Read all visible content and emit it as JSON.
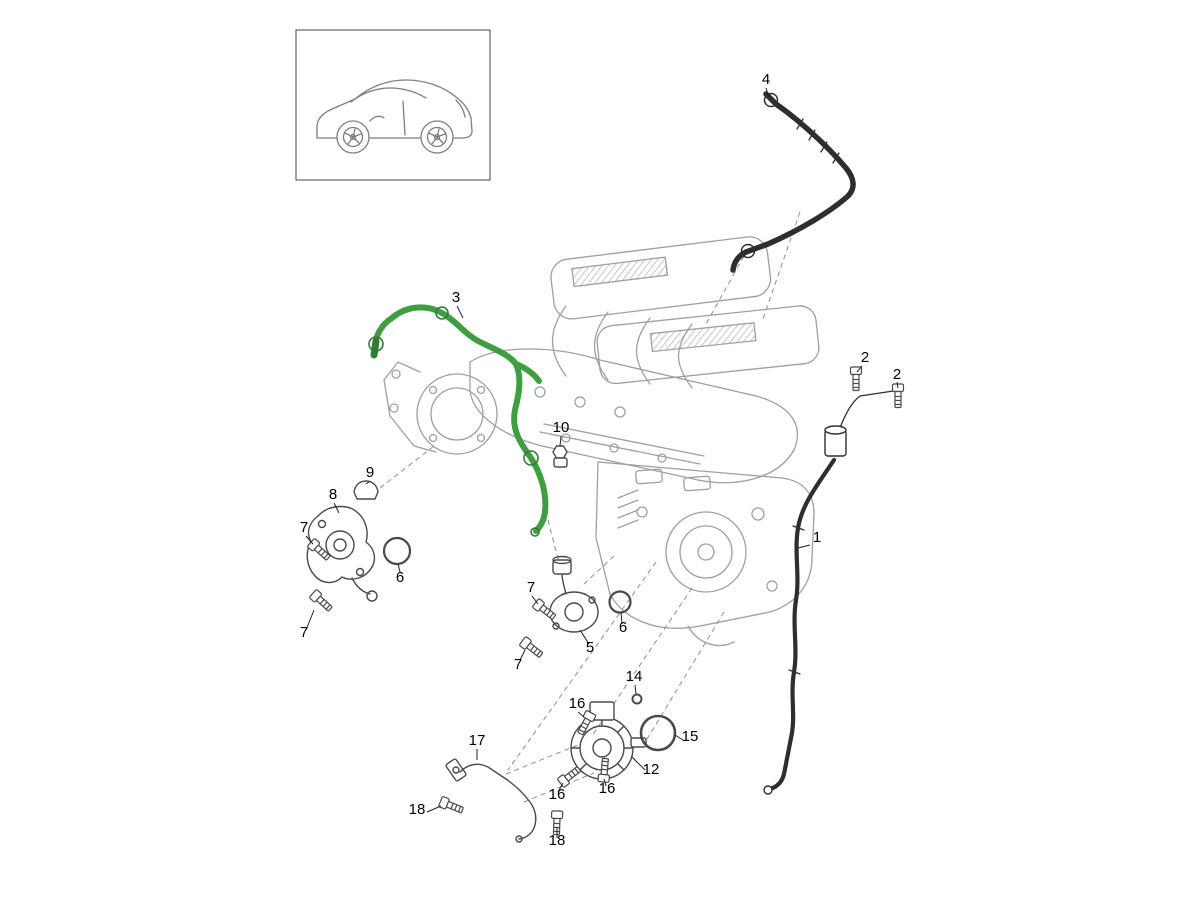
{
  "colors": {
    "background": "#ffffff",
    "artwork_line": "#9aa0a4",
    "dark_line": "#2e2e2e",
    "highlight_hose": "#3f9e3f",
    "callout_text": "#000000"
  },
  "icons": {
    "vehicle_thumbnail": "car-side-view"
  },
  "callouts": [
    {
      "label": "4"
    },
    {
      "label": "2"
    },
    {
      "label": "2"
    },
    {
      "label": "3"
    },
    {
      "label": "10"
    },
    {
      "label": "9"
    },
    {
      "label": "8"
    },
    {
      "label": "7"
    },
    {
      "label": "7"
    },
    {
      "label": "6"
    },
    {
      "label": "5"
    },
    {
      "label": "6"
    },
    {
      "label": "7"
    },
    {
      "label": "7"
    },
    {
      "label": "1"
    },
    {
      "label": "14"
    },
    {
      "label": "15"
    },
    {
      "label": "16"
    },
    {
      "label": "16"
    },
    {
      "label": "16"
    },
    {
      "label": "12"
    },
    {
      "label": "17"
    },
    {
      "label": "18"
    },
    {
      "label": "18"
    }
  ]
}
